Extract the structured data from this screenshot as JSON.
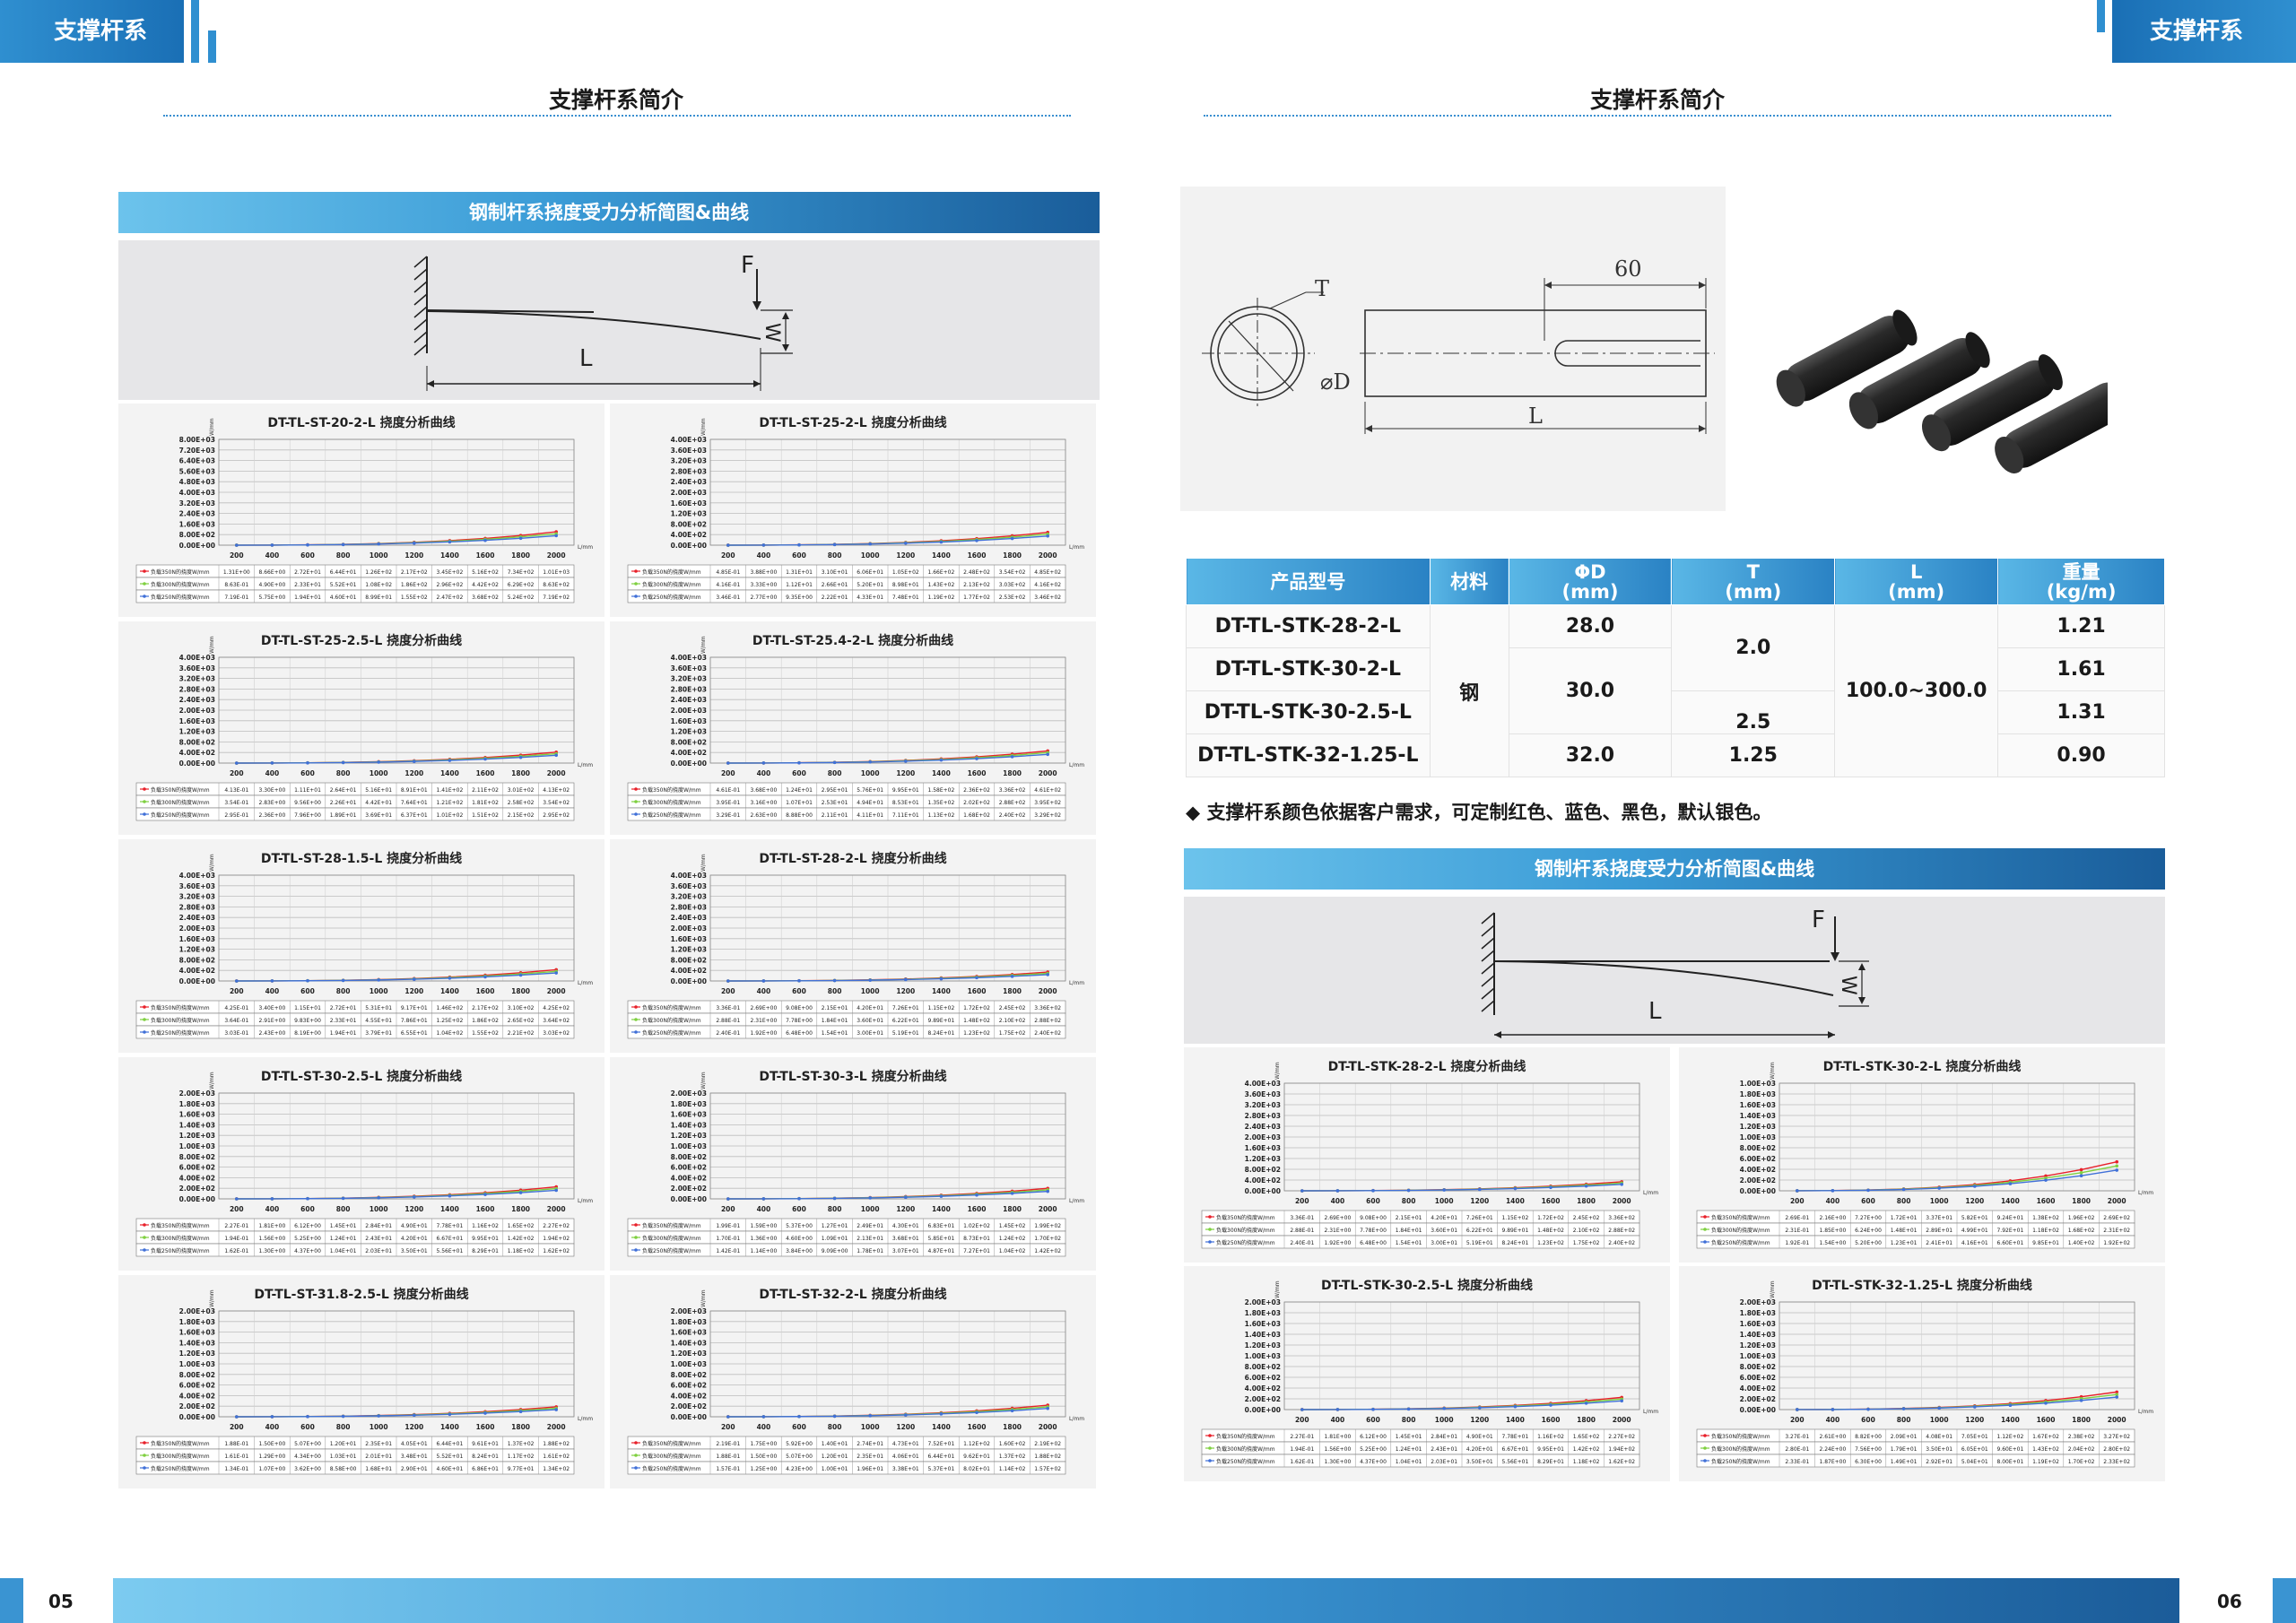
{
  "header": {
    "left_tab": "支撑杆系",
    "right_tab": "支撑杆系"
  },
  "left": {
    "section_title": "支撑杆系简介",
    "banner": "钢制杆系挠度受力分析简图&曲线",
    "diagram": {
      "force": "F",
      "length": "L",
      "deflection": "W"
    },
    "charts": [
      {
        "title": "DT-TL-ST-20-2-L  挠度分析曲线",
        "yticks": [
          "8.00E+03",
          "7.20E+03",
          "6.40E+03",
          "5.60E+03",
          "4.80E+03",
          "4.00E+03",
          "3.20E+03",
          "2.40E+03",
          "1.60E+03",
          "8.00E+02",
          "0.00E+00"
        ],
        "rows": [
          [
            "1.31E+00",
            "8.66E+00",
            "2.72E+01",
            "6.44E+01",
            "1.26E+02",
            "2.17E+02",
            "3.45E+02",
            "5.16E+02",
            "7.34E+02",
            "1.01E+03"
          ],
          [
            "8.63E-01",
            "4.90E+00",
            "2.33E+01",
            "5.52E+01",
            "1.08E+02",
            "1.86E+02",
            "2.96E+02",
            "4.42E+02",
            "6.29E+02",
            "8.63E+02"
          ],
          [
            "7.19E-01",
            "5.75E+00",
            "1.94E+01",
            "4.60E+01",
            "8.99E+01",
            "1.55E+02",
            "2.47E+02",
            "3.68E+02",
            "5.24E+02",
            "7.19E+02"
          ]
        ]
      },
      {
        "title": "DT-TL-ST-25-2-L  挠度分析曲线",
        "yticks": [
          "4.00E+03",
          "3.60E+03",
          "3.20E+03",
          "2.80E+03",
          "2.40E+03",
          "2.00E+03",
          "1.60E+03",
          "1.20E+03",
          "8.00E+02",
          "4.00E+02",
          "0.00E+00"
        ],
        "rows": [
          [
            "4.85E-01",
            "3.88E+00",
            "1.31E+01",
            "3.10E+01",
            "6.06E+01",
            "1.05E+02",
            "1.66E+02",
            "2.48E+02",
            "3.54E+02",
            "4.85E+02"
          ],
          [
            "4.16E-01",
            "3.33E+00",
            "1.12E+01",
            "2.66E+01",
            "5.20E+01",
            "8.98E+01",
            "1.43E+02",
            "2.13E+02",
            "3.03E+02",
            "4.16E+02"
          ],
          [
            "3.46E-01",
            "2.77E+00",
            "9.35E+00",
            "2.22E+01",
            "4.33E+01",
            "7.48E+01",
            "1.19E+02",
            "1.77E+02",
            "2.53E+02",
            "3.46E+02"
          ]
        ]
      },
      {
        "title": "DT-TL-ST-25-2.5-L  挠度分析曲线",
        "yticks": [
          "4.00E+03",
          "3.60E+03",
          "3.20E+03",
          "2.80E+03",
          "2.40E+03",
          "2.00E+03",
          "1.60E+03",
          "1.20E+03",
          "8.00E+02",
          "4.00E+02",
          "0.00E+00"
        ],
        "rows": [
          [
            "4.13E-01",
            "3.30E+00",
            "1.11E+01",
            "2.64E+01",
            "5.16E+01",
            "8.91E+01",
            "1.41E+02",
            "2.11E+02",
            "3.01E+02",
            "4.13E+02"
          ],
          [
            "3.54E-01",
            "2.83E+00",
            "9.56E+00",
            "2.26E+01",
            "4.42E+01",
            "7.64E+01",
            "1.21E+02",
            "1.81E+02",
            "2.58E+02",
            "3.54E+02"
          ],
          [
            "2.95E-01",
            "2.36E+00",
            "7.96E+00",
            "1.89E+01",
            "3.69E+01",
            "6.37E+01",
            "1.01E+02",
            "1.51E+02",
            "2.15E+02",
            "2.95E+02"
          ]
        ]
      },
      {
        "title": "DT-TL-ST-25.4-2-L  挠度分析曲线",
        "yticks": [
          "4.00E+03",
          "3.60E+03",
          "3.20E+03",
          "2.80E+03",
          "2.40E+03",
          "2.00E+03",
          "1.60E+03",
          "1.20E+03",
          "8.00E+02",
          "4.00E+02",
          "0.00E+00"
        ],
        "rows": [
          [
            "4.61E-01",
            "3.68E+00",
            "1.24E+01",
            "2.95E+01",
            "5.76E+01",
            "9.95E+01",
            "1.58E+02",
            "2.36E+02",
            "3.36E+02",
            "4.61E+02"
          ],
          [
            "3.95E-01",
            "3.16E+00",
            "1.07E+01",
            "2.53E+01",
            "4.94E+01",
            "8.53E+01",
            "1.35E+02",
            "2.02E+02",
            "2.88E+02",
            "3.95E+02"
          ],
          [
            "3.29E-01",
            "2.63E+00",
            "8.88E+00",
            "2.11E+01",
            "4.11E+01",
            "7.11E+01",
            "1.13E+02",
            "1.68E+02",
            "2.40E+02",
            "3.29E+02"
          ]
        ]
      },
      {
        "title": "DT-TL-ST-28-1.5-L  挠度分析曲线",
        "yticks": [
          "4.00E+03",
          "3.60E+03",
          "3.20E+03",
          "2.80E+03",
          "2.40E+03",
          "2.00E+03",
          "1.60E+03",
          "1.20E+03",
          "8.00E+02",
          "4.00E+02",
          "0.00E+00"
        ],
        "rows": [
          [
            "4.25E-01",
            "3.40E+00",
            "1.15E+01",
            "2.72E+01",
            "5.31E+01",
            "9.17E+01",
            "1.46E+02",
            "2.17E+02",
            "3.10E+02",
            "4.25E+02"
          ],
          [
            "3.64E-01",
            "2.91E+00",
            "9.83E+00",
            "2.33E+01",
            "4.55E+01",
            "7.86E+01",
            "1.25E+02",
            "1.86E+02",
            "2.65E+02",
            "3.64E+02"
          ],
          [
            "3.03E-01",
            "2.43E+00",
            "8.19E+00",
            "1.94E+01",
            "3.79E+01",
            "6.55E+01",
            "1.04E+02",
            "1.55E+02",
            "2.21E+02",
            "3.03E+02"
          ]
        ]
      },
      {
        "title": "DT-TL-ST-28-2-L  挠度分析曲线",
        "yticks": [
          "4.00E+03",
          "3.60E+03",
          "3.20E+03",
          "2.80E+03",
          "2.40E+03",
          "2.00E+03",
          "1.60E+03",
          "1.20E+03",
          "8.00E+02",
          "4.00E+02",
          "0.00E+00"
        ],
        "rows": [
          [
            "3.36E-01",
            "2.69E+00",
            "9.08E+00",
            "2.15E+01",
            "4.20E+01",
            "7.26E+01",
            "1.15E+02",
            "1.72E+02",
            "2.45E+02",
            "3.36E+02"
          ],
          [
            "2.88E-01",
            "2.31E+00",
            "7.78E+00",
            "1.84E+01",
            "3.60E+01",
            "6.22E+01",
            "9.89E+01",
            "1.48E+02",
            "2.10E+02",
            "2.88E+02"
          ],
          [
            "2.40E-01",
            "1.92E+00",
            "6.48E+00",
            "1.54E+01",
            "3.00E+01",
            "5.19E+01",
            "8.24E+01",
            "1.23E+02",
            "1.75E+02",
            "2.40E+02"
          ]
        ]
      },
      {
        "title": "DT-TL-ST-30-2.5-L  挠度分析曲线",
        "yticks": [
          "2.00E+03",
          "1.80E+03",
          "1.60E+03",
          "1.40E+03",
          "1.20E+03",
          "1.00E+03",
          "8.00E+02",
          "6.00E+02",
          "4.00E+02",
          "2.00E+02",
          "0.00E+00"
        ],
        "rows": [
          [
            "2.27E-01",
            "1.81E+00",
            "6.12E+00",
            "1.45E+01",
            "2.84E+01",
            "4.90E+01",
            "7.78E+01",
            "1.16E+02",
            "1.65E+02",
            "2.27E+02"
          ],
          [
            "1.94E-01",
            "1.56E+00",
            "5.25E+00",
            "1.24E+01",
            "2.43E+01",
            "4.20E+01",
            "6.67E+01",
            "9.95E+01",
            "1.42E+02",
            "1.94E+02"
          ],
          [
            "1.62E-01",
            "1.30E+00",
            "4.37E+00",
            "1.04E+01",
            "2.03E+01",
            "3.50E+01",
            "5.56E+01",
            "8.29E+01",
            "1.18E+02",
            "1.62E+02"
          ]
        ]
      },
      {
        "title": "DT-TL-ST-30-3-L  挠度分析曲线",
        "yticks": [
          "2.00E+03",
          "1.80E+03",
          "1.60E+03",
          "1.40E+03",
          "1.20E+03",
          "1.00E+03",
          "8.00E+02",
          "6.00E+02",
          "4.00E+02",
          "2.00E+02",
          "0.00E+00"
        ],
        "rows": [
          [
            "1.99E-01",
            "1.59E+00",
            "5.37E+00",
            "1.27E+01",
            "2.49E+01",
            "4.30E+01",
            "6.83E+01",
            "1.02E+02",
            "1.45E+02",
            "1.99E+02"
          ],
          [
            "1.70E-01",
            "1.36E+00",
            "4.60E+00",
            "1.09E+01",
            "2.13E+01",
            "3.68E+01",
            "5.85E+01",
            "8.73E+01",
            "1.24E+02",
            "1.70E+02"
          ],
          [
            "1.42E-01",
            "1.14E+00",
            "3.84E+00",
            "9.09E+00",
            "1.78E+01",
            "3.07E+01",
            "4.87E+01",
            "7.27E+01",
            "1.04E+02",
            "1.42E+02"
          ]
        ]
      },
      {
        "title": "DT-TL-ST-31.8-2.5-L  挠度分析曲线",
        "yticks": [
          "2.00E+03",
          "1.80E+03",
          "1.60E+03",
          "1.40E+03",
          "1.20E+03",
          "1.00E+03",
          "8.00E+02",
          "6.00E+02",
          "4.00E+02",
          "2.00E+02",
          "0.00E+00"
        ],
        "rows": [
          [
            "1.88E-01",
            "1.50E+00",
            "5.07E+00",
            "1.20E+01",
            "2.35E+01",
            "4.05E+01",
            "6.44E+01",
            "9.61E+01",
            "1.37E+02",
            "1.88E+02"
          ],
          [
            "1.61E-01",
            "1.29E+00",
            "4.34E+00",
            "1.03E+01",
            "2.01E+01",
            "3.48E+01",
            "5.52E+01",
            "8.24E+01",
            "1.17E+02",
            "1.61E+02"
          ],
          [
            "1.34E-01",
            "1.07E+00",
            "3.62E+00",
            "8.58E+00",
            "1.68E+01",
            "2.90E+01",
            "4.60E+01",
            "6.86E+01",
            "9.77E+01",
            "1.34E+02"
          ]
        ]
      },
      {
        "title": "DT-TL-ST-32-2-L  挠度分析曲线",
        "yticks": [
          "2.00E+03",
          "1.80E+03",
          "1.60E+03",
          "1.40E+03",
          "1.20E+03",
          "1.00E+03",
          "8.00E+02",
          "6.00E+02",
          "4.00E+02",
          "2.00E+02",
          "0.00E+00"
        ],
        "rows": [
          [
            "2.19E-01",
            "1.75E+00",
            "5.92E+00",
            "1.40E+01",
            "2.74E+01",
            "4.73E+01",
            "7.52E+01",
            "1.12E+02",
            "1.60E+02",
            "2.19E+02"
          ],
          [
            "1.88E-01",
            "1.50E+00",
            "5.07E+00",
            "1.20E+01",
            "2.35E+01",
            "4.06E+01",
            "6.44E+01",
            "9.62E+01",
            "1.37E+02",
            "1.88E+02"
          ],
          [
            "1.57E-01",
            "1.25E+00",
            "4.23E+00",
            "1.00E+01",
            "1.96E+01",
            "3.38E+01",
            "5.37E+01",
            "8.02E+01",
            "1.14E+02",
            "1.57E+02"
          ]
        ]
      }
    ]
  },
  "right": {
    "section_title": "支撑杆系简介",
    "drawing": {
      "t": "T",
      "dim60": "60",
      "d": "⌀D",
      "l": "L"
    },
    "table": {
      "headers": [
        "产品型号",
        "材料",
        "ΦD\n(mm)",
        "T\n(mm)",
        "L\n(mm)",
        "重量\n(kg/m)"
      ],
      "models": [
        "DT-TL-STK-28-2-L",
        "DT-TL-STK-30-2-L",
        "DT-TL-STK-30-2.5-L",
        "DT-TL-STK-32-1.25-L"
      ],
      "material": "钢",
      "d": [
        "28.0",
        "30.0",
        "32.0"
      ],
      "t": [
        "2.0",
        "2.5",
        "1.25"
      ],
      "l": "100.0~300.0",
      "weight": [
        "1.21",
        "1.61",
        "1.31",
        "0.90"
      ]
    },
    "note": "◆ 支撑杆系颜色依据客户需求，可定制红色、蓝色、黑色，默认银色。",
    "banner": "钢制杆系挠度受力分析简图&曲线",
    "diagram": {
      "force": "F",
      "length": "L",
      "deflection": "W"
    },
    "charts": [
      {
        "title": "DT-TL-STK-28-2-L  挠度分析曲线",
        "yticks": [
          "4.00E+03",
          "3.60E+03",
          "3.20E+03",
          "2.80E+03",
          "2.40E+03",
          "2.00E+03",
          "1.60E+03",
          "1.20E+03",
          "8.00E+02",
          "4.00E+02",
          "0.00E+00"
        ],
        "rows": [
          [
            "3.36E-01",
            "2.69E+00",
            "9.08E+00",
            "2.15E+01",
            "4.20E+01",
            "7.26E+01",
            "1.15E+02",
            "1.72E+02",
            "2.45E+02",
            "3.36E+02"
          ],
          [
            "2.88E-01",
            "2.31E+00",
            "7.78E+00",
            "1.84E+01",
            "3.60E+01",
            "6.22E+01",
            "9.89E+01",
            "1.48E+02",
            "2.10E+02",
            "2.88E+02"
          ],
          [
            "2.40E-01",
            "1.92E+00",
            "6.48E+00",
            "1.54E+01",
            "3.00E+01",
            "5.19E+01",
            "8.24E+01",
            "1.23E+02",
            "1.75E+02",
            "2.40E+02"
          ]
        ]
      },
      {
        "title": "DT-TL-STK-30-2-L  挠度分析曲线",
        "yticks": [
          "1.00E+03",
          "1.80E+03",
          "1.60E+03",
          "1.40E+03",
          "1.20E+03",
          "1.00E+03",
          "8.00E+02",
          "6.00E+02",
          "4.00E+02",
          "2.00E+02",
          "0.00E+00"
        ],
        "rows": [
          [
            "2.69E-01",
            "2.16E+00",
            "7.27E+00",
            "1.72E+01",
            "3.37E+01",
            "5.82E+01",
            "9.24E+01",
            "1.38E+02",
            "1.96E+02",
            "2.69E+02"
          ],
          [
            "2.31E-01",
            "1.85E+00",
            "6.24E+00",
            "1.48E+01",
            "2.89E+01",
            "4.99E+01",
            "7.92E+01",
            "1.18E+02",
            "1.68E+02",
            "2.31E+02"
          ],
          [
            "1.92E-01",
            "1.54E+00",
            "5.20E+00",
            "1.23E+01",
            "2.41E+01",
            "4.16E+01",
            "6.60E+01",
            "9.85E+01",
            "1.40E+02",
            "1.92E+02"
          ]
        ]
      },
      {
        "title": "DT-TL-STK-30-2.5-L  挠度分析曲线",
        "yticks": [
          "2.00E+03",
          "1.80E+03",
          "1.60E+03",
          "1.40E+03",
          "1.20E+03",
          "1.00E+03",
          "8.00E+02",
          "6.00E+02",
          "4.00E+02",
          "2.00E+02",
          "0.00E+00"
        ],
        "rows": [
          [
            "2.27E-01",
            "1.81E+00",
            "6.12E+00",
            "1.45E+01",
            "2.84E+01",
            "4.90E+01",
            "7.78E+01",
            "1.16E+02",
            "1.65E+02",
            "2.27E+02"
          ],
          [
            "1.94E-01",
            "1.56E+00",
            "5.25E+00",
            "1.24E+01",
            "2.43E+01",
            "4.20E+01",
            "6.67E+01",
            "9.95E+01",
            "1.42E+02",
            "1.94E+02"
          ],
          [
            "1.62E-01",
            "1.30E+00",
            "4.37E+00",
            "1.04E+01",
            "2.03E+01",
            "3.50E+01",
            "5.56E+01",
            "8.29E+01",
            "1.18E+02",
            "1.62E+02"
          ]
        ]
      },
      {
        "title": "DT-TL-STK-32-1.25-L  挠度分析曲线",
        "yticks": [
          "2.00E+03",
          "1.80E+03",
          "1.60E+03",
          "1.40E+03",
          "1.20E+03",
          "1.00E+03",
          "8.00E+02",
          "6.00E+02",
          "4.00E+02",
          "2.00E+02",
          "0.00E+00"
        ],
        "rows": [
          [
            "3.27E-01",
            "2.61E+00",
            "8.82E+00",
            "2.09E+01",
            "4.08E+01",
            "7.05E+01",
            "1.12E+02",
            "1.67E+02",
            "2.38E+02",
            "3.27E+02"
          ],
          [
            "2.80E-01",
            "2.24E+00",
            "7.56E+00",
            "1.79E+01",
            "3.50E+01",
            "6.05E+01",
            "9.60E+01",
            "1.43E+02",
            "2.04E+02",
            "2.80E+02"
          ],
          [
            "2.33E-01",
            "1.87E+00",
            "6.30E+00",
            "1.49E+01",
            "2.92E+01",
            "5.04E+01",
            "8.00E+01",
            "1.19E+02",
            "1.70E+02",
            "2.33E+02"
          ]
        ]
      }
    ]
  },
  "chart_common": {
    "xticks": [
      "200",
      "400",
      "600",
      "800",
      "1000",
      "1200",
      "1400",
      "1600",
      "1800",
      "2000"
    ],
    "xunit": "L/mm",
    "yunit": "W/mm",
    "series": [
      "负载350N的挠度W/mm",
      "负载300N的挠度W/mm",
      "负载250N的挠度W/mm"
    ],
    "colors": [
      "#e8202a",
      "#7fd040",
      "#4070d8"
    ]
  },
  "footer": {
    "left_page": "05",
    "right_page": "06"
  }
}
